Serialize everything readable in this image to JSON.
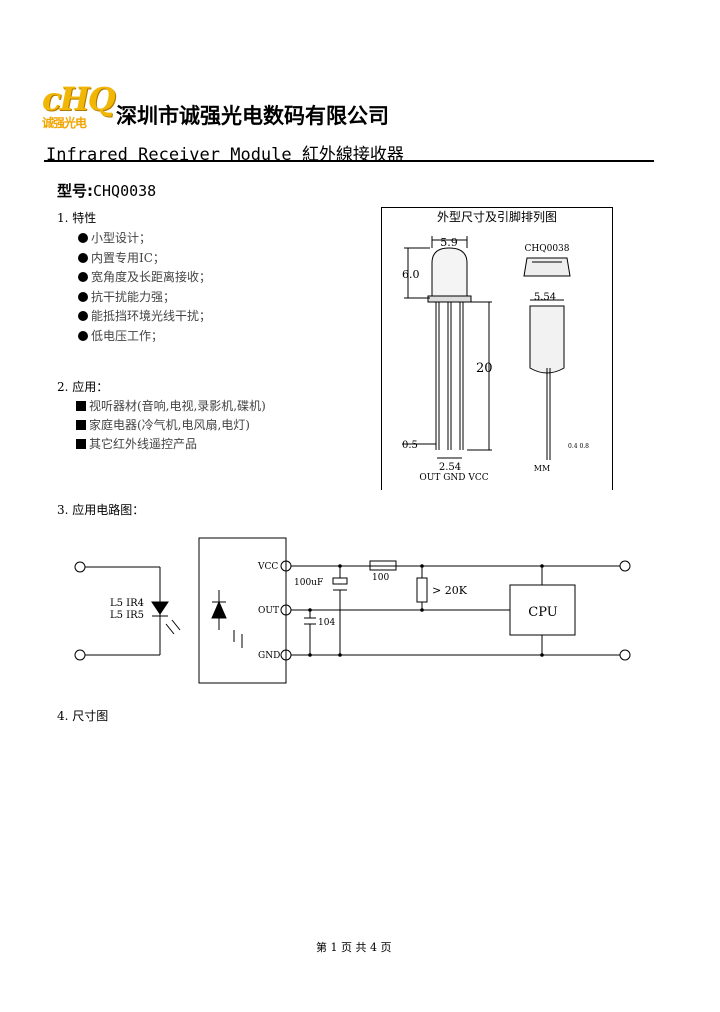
{
  "header": {
    "logo_mark": "cHQ",
    "logo_sub": "诚强光电",
    "company": "深圳市诚强光电数码有限公司",
    "title": "Infrared Receiver Module 紅外線接收器"
  },
  "model": {
    "label": "型号:",
    "code": "CHQ0038"
  },
  "section1": {
    "heading": "1.  特性",
    "items": [
      "小型设计；",
      "内置专用IC；",
      "宽角度及长距离接收；",
      "抗干扰能力强；",
      "能抵挡环境光线干扰；",
      "低电压工作；"
    ]
  },
  "section2": {
    "heading": "2.  应用：",
    "items": [
      "视听器材(音响,电视,录影机,碟机)",
      "家庭电器(冷气机,电风扇,电灯)",
      "其它红外线遥控产品"
    ]
  },
  "section3": {
    "heading": "3.  应用电路图："
  },
  "section4": {
    "heading": "4.  尺寸图"
  },
  "dimension_drawing": {
    "title": "外型尺寸及引脚排列图",
    "width_label": "5.9",
    "height_label": "6.0",
    "lead_length_label": "20",
    "lead_width_label": "0.5",
    "pitch_label": "2.54",
    "pins_label": "OUT GND VCC",
    "side_model": "CHQ0038",
    "side_width_label": "5.54",
    "side_small_label": "0.4 0.8",
    "unit": "MM"
  },
  "circuit": {
    "remote_labels": [
      "L5  IR4",
      "L5  IR5"
    ],
    "pin_vcc": "VCC",
    "pin_out": "OUT",
    "pin_gnd": "GND",
    "cap1": "100uF",
    "cap2": "104",
    "resistor1": "100",
    "resistor2": "> 20K",
    "cpu": "CPU"
  },
  "footer": "第 1 页 共 4 页"
}
